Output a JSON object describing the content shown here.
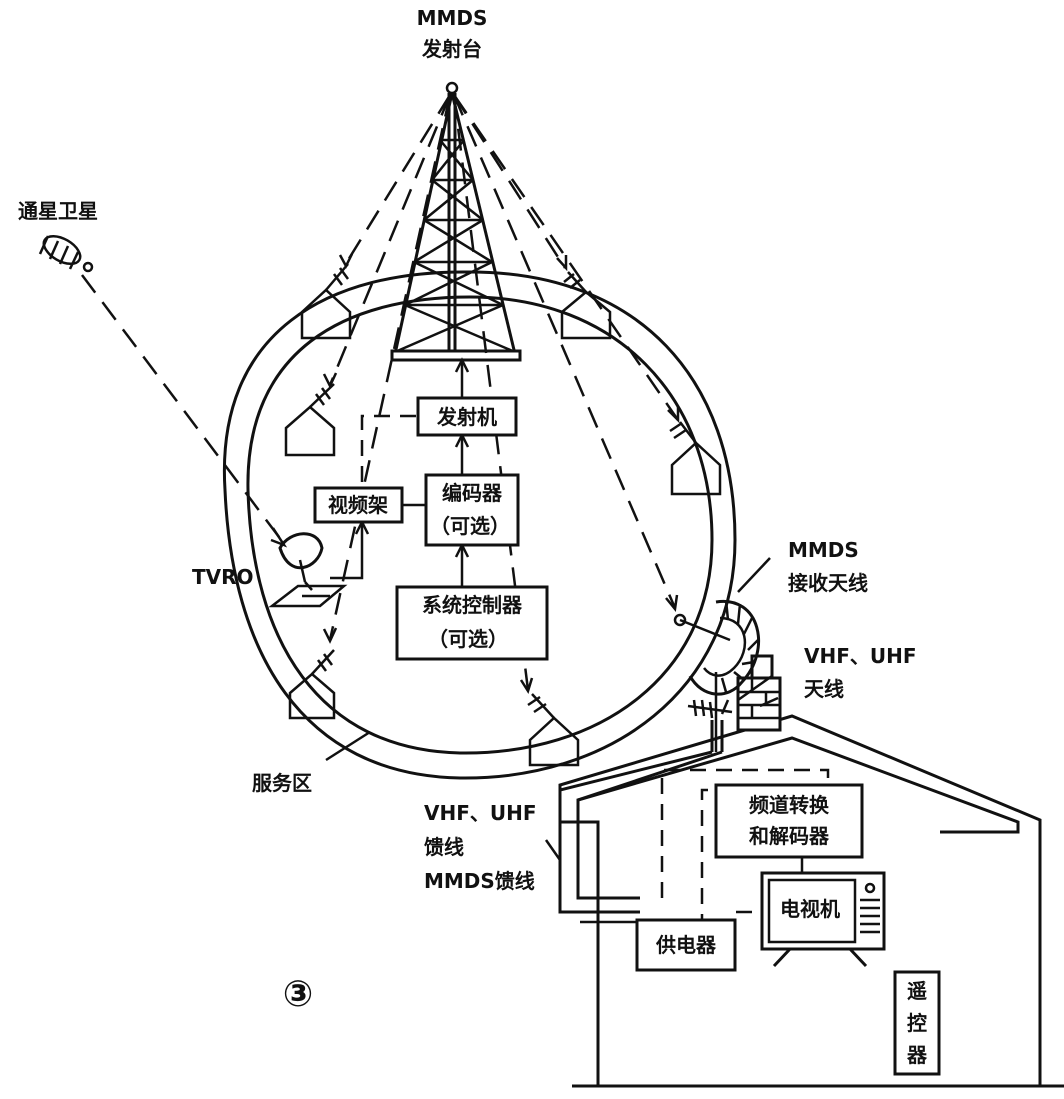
{
  "labels": {
    "mmds_tower_line1": "MMDS",
    "mmds_tower_line2": "发射台",
    "satellite": "通星卫星",
    "transmitter": "发射机",
    "video_rack": "视频架",
    "encoder_line1": "编码器",
    "encoder_line2": "（可选）",
    "system_controller_line1": "系统控制器",
    "system_controller_line2": "（可选）",
    "tvro": "TVRO",
    "service_area": "服务区",
    "mmds_receive_antenna_line1": "MMDS",
    "mmds_receive_antenna_line2": "接收天线",
    "vhf_uhf_antenna_line1": "VHF、UHF",
    "vhf_uhf_antenna_line2": "天线",
    "feeder_line1": "VHF、UHF",
    "feeder_line2": "馈线",
    "feeder_line3": "MMDS馈线",
    "channel_converter_line1": "频道转换",
    "channel_converter_line2": "和解码器",
    "television": "电视机",
    "power_supply": "供电器",
    "remote_line1": "遥",
    "remote_line2": "控",
    "remote_line3": "器",
    "figure_number": "③"
  }
}
